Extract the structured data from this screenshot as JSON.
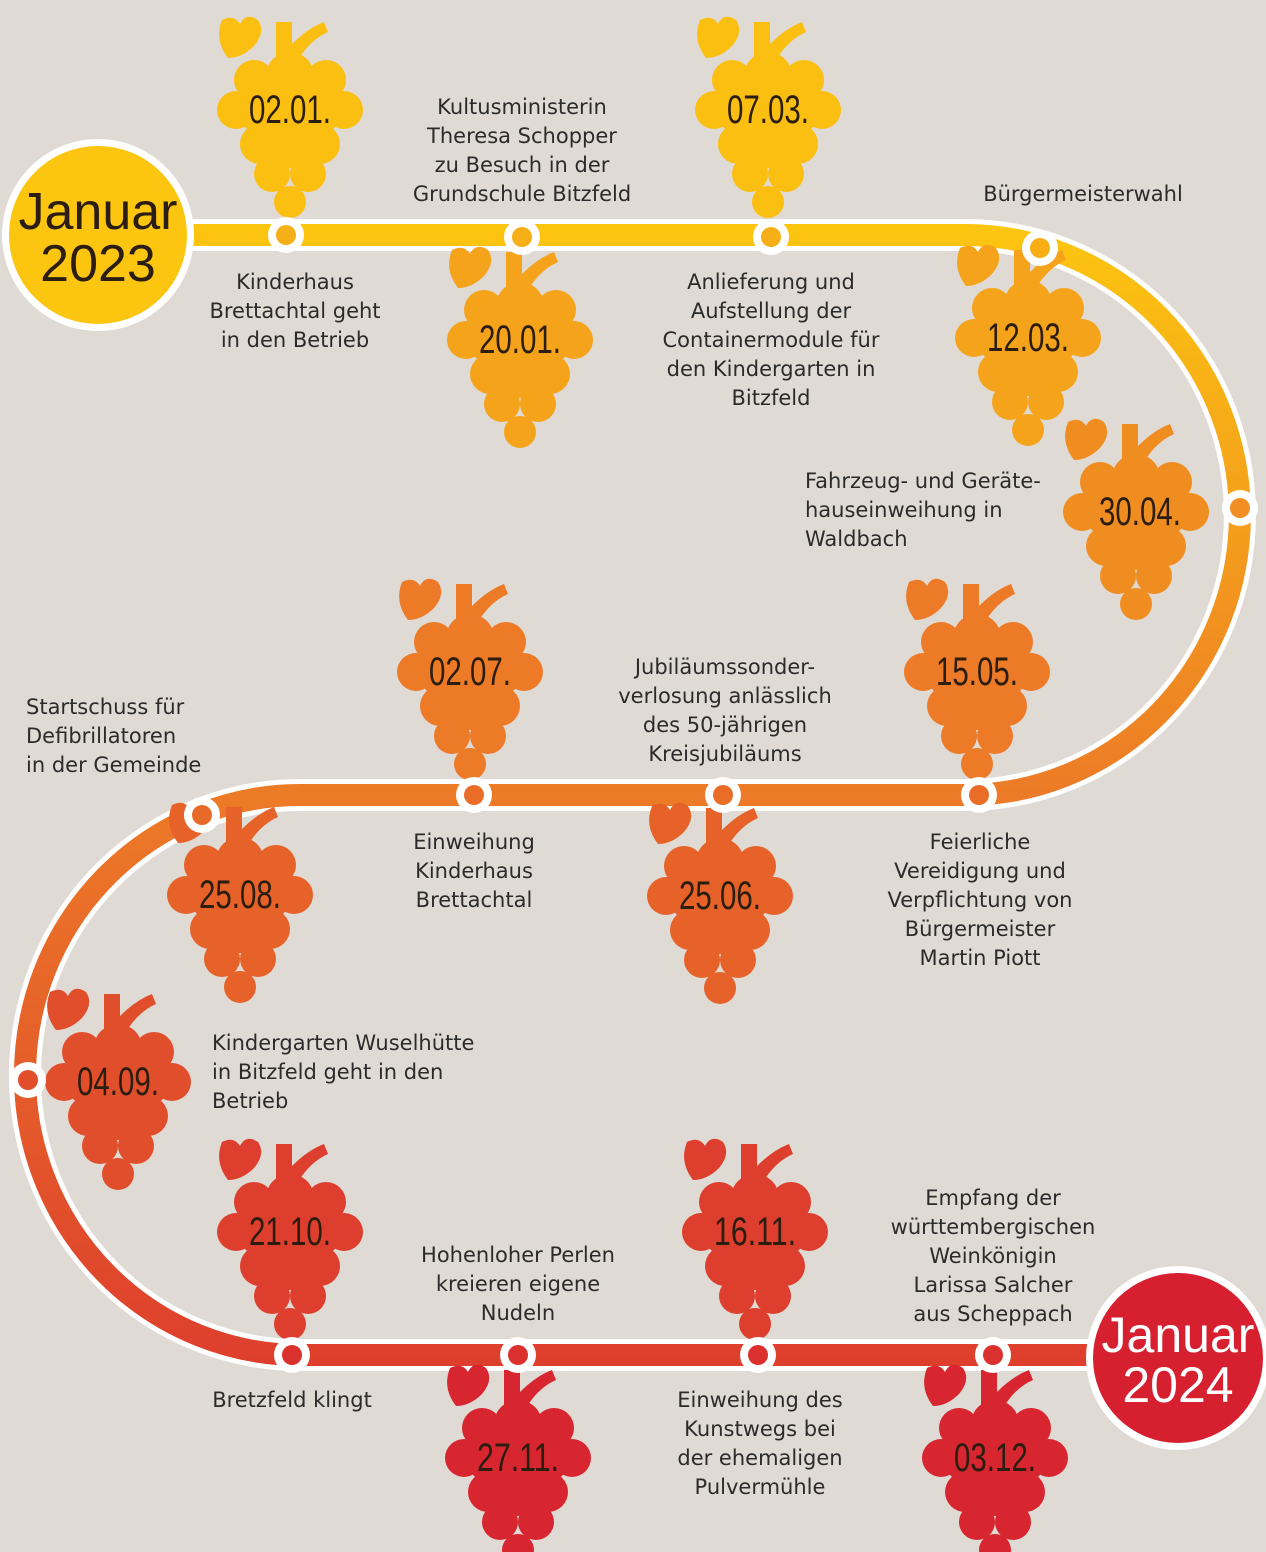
{
  "start": {
    "month": "Januar",
    "year": "2023"
  },
  "end": {
    "month": "Januar",
    "year": "2024"
  },
  "colors": {
    "background": "#e0dad5",
    "path_start": "#fcc510",
    "path_mid": "#ec7a27",
    "path_end": "#d62030",
    "date_text": "#2b1d10",
    "label_text": "#2b2b2b"
  },
  "grape_icon": "grape-bunch-icon",
  "events": [
    {
      "date": "02.01.",
      "text": "Kinderhaus\nBrettachtal geht\nin den Betrieb"
    },
    {
      "date": "20.01.",
      "text": "Kultusministerin\nTheresa Schopper\nzu Besuch in der\nGrundschule Bitzfeld"
    },
    {
      "date": "07.03.",
      "text": "Anlieferung und\nAufstellung der\nContainermodule für\nden Kindergarten in\nBitzfeld"
    },
    {
      "date": "12.03.",
      "text": "Bürgermeisterwahl"
    },
    {
      "date": "30.04.",
      "text": "Fahrzeug- und Geräte-\nhauseinweihung in\nWaldbach"
    },
    {
      "date": "15.05.",
      "text": "Feierliche\nVereidigung und\nVerpflichtung von\nBürgermeister\nMartin Piott"
    },
    {
      "date": "25.06.",
      "text": "Jubiläumssonder-\nverlosung anlässlich\ndes 50-jährigen\nKreisjubiläums"
    },
    {
      "date": "02.07.",
      "text": "Einweihung\nKinderhaus\nBrettachtal"
    },
    {
      "date": "25.08.",
      "text": "Startschuss für\nDefibrillatoren\nin der Gemeinde"
    },
    {
      "date": "04.09.",
      "text": "Kindergarten Wuselhütte\nin Bitzfeld geht in den\nBetrieb"
    },
    {
      "date": "21.10.",
      "text": "Bretzfeld klingt"
    },
    {
      "date": "27.11.",
      "text": "Hohenloher Perlen\nkreieren eigene\nNudeln"
    },
    {
      "date": "16.11.",
      "text": "Einweihung des\nKunstwegs bei\nder ehemaligen\nPulvermühle"
    },
    {
      "date": "03.12.",
      "text": "Empfang der\nwürttembergischen\nWeinkönigin\nLarissa Salcher\naus Scheppach"
    }
  ]
}
